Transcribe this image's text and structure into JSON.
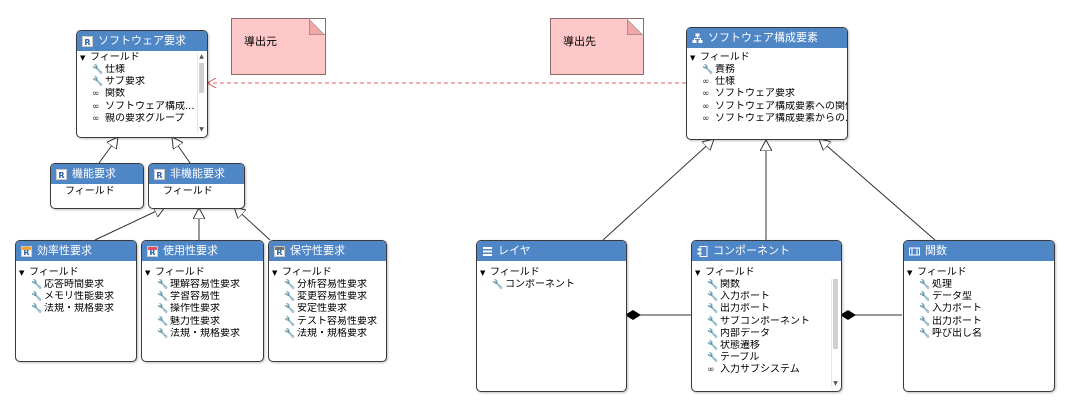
{
  "diagram": {
    "notes": [
      {
        "id": "source",
        "text": "導出元"
      },
      {
        "id": "target",
        "text": "導出先"
      }
    ],
    "classes": {
      "sw_requirement": {
        "title": "ソフトウェア要求",
        "icon": "requirement-icon",
        "section": "フィールド",
        "fields": [
          {
            "icon": "wrench-icon",
            "label": "仕様"
          },
          {
            "icon": "wrench-icon",
            "label": "サブ要求"
          },
          {
            "icon": "link-icon",
            "label": "関数"
          },
          {
            "icon": "link-icon",
            "label": "ソフトウェア構成..."
          },
          {
            "icon": "link-icon",
            "label": "親の要求グループ"
          }
        ]
      },
      "functional": {
        "title": "機能要求",
        "icon": "requirement-icon",
        "section": "フィールド"
      },
      "nonfunctional": {
        "title": "非機能要求",
        "icon": "requirement-icon",
        "section": "フィールド"
      },
      "efficiency": {
        "title": "効率性要求",
        "icon": "requirement-orange-icon",
        "section": "フィールド",
        "fields": [
          {
            "icon": "wrench-icon",
            "label": "応答時間要求"
          },
          {
            "icon": "wrench-icon",
            "label": "メモリ性能要求"
          },
          {
            "icon": "wrench-icon",
            "label": "法規・規格要求"
          }
        ]
      },
      "usability": {
        "title": "使用性要求",
        "icon": "requirement-red-icon",
        "section": "フィールド",
        "fields": [
          {
            "icon": "wrench-icon",
            "label": "理解容易性要求"
          },
          {
            "icon": "wrench-icon",
            "label": "学習容易性"
          },
          {
            "icon": "wrench-icon",
            "label": "操作性要求"
          },
          {
            "icon": "wrench-icon",
            "label": "魅力性要求"
          },
          {
            "icon": "wrench-icon",
            "label": "法規・規格要求"
          }
        ]
      },
      "maintainability": {
        "title": "保守性要求",
        "icon": "requirement-gray-icon",
        "section": "フィールド",
        "fields": [
          {
            "icon": "wrench-icon",
            "label": "分析容易性要求"
          },
          {
            "icon": "wrench-icon",
            "label": "変更容易性要求"
          },
          {
            "icon": "wrench-icon",
            "label": "安定性要求"
          },
          {
            "icon": "wrench-icon",
            "label": "テスト容易性要求"
          },
          {
            "icon": "wrench-icon",
            "label": "法規・規格要求"
          }
        ]
      },
      "sw_element": {
        "title": "ソフトウェア構成要素",
        "icon": "hierarchy-icon",
        "section": "フィールド",
        "fields": [
          {
            "icon": "wrench-icon",
            "label": "責務"
          },
          {
            "icon": "link-icon",
            "label": "仕様"
          },
          {
            "icon": "link-icon",
            "label": "ソフトウェア要求"
          },
          {
            "icon": "link-icon",
            "label": "ソフトウェア構成要素への関係"
          },
          {
            "icon": "link-icon",
            "label": "ソフトウェア構成要素からの..."
          }
        ]
      },
      "layer": {
        "title": "レイヤ",
        "icon": "layers-icon",
        "section": "フィールド",
        "fields": [
          {
            "icon": "wrench-icon",
            "label": "コンポーネント"
          }
        ]
      },
      "component": {
        "title": "コンポーネント",
        "icon": "component-icon",
        "section": "フィールド",
        "fields": [
          {
            "icon": "wrench-icon",
            "label": "関数"
          },
          {
            "icon": "wrench-icon",
            "label": "入力ポート"
          },
          {
            "icon": "wrench-icon",
            "label": "出力ポート"
          },
          {
            "icon": "wrench-icon",
            "label": "サブコンポーネント"
          },
          {
            "icon": "wrench-icon",
            "label": "内部データ"
          },
          {
            "icon": "wrench-icon",
            "label": "状態遷移"
          },
          {
            "icon": "wrench-icon",
            "label": "テーブル"
          },
          {
            "icon": "link-icon",
            "label": "入力サブシステム"
          }
        ]
      },
      "function": {
        "title": "関数",
        "icon": "function-icon",
        "section": "フィールド",
        "fields": [
          {
            "icon": "wrench-icon",
            "label": "処理"
          },
          {
            "icon": "wrench-icon",
            "label": "データ型"
          },
          {
            "icon": "wrench-icon",
            "label": "入力ポート"
          },
          {
            "icon": "wrench-icon",
            "label": "出力ポート"
          },
          {
            "icon": "wrench-icon",
            "label": "呼び出し名"
          }
        ]
      }
    },
    "relations": [
      {
        "type": "generalization",
        "from": "functional",
        "to": "sw_requirement"
      },
      {
        "type": "generalization",
        "from": "nonfunctional",
        "to": "sw_requirement"
      },
      {
        "type": "generalization",
        "from": "efficiency",
        "to": "nonfunctional"
      },
      {
        "type": "generalization",
        "from": "usability",
        "to": "nonfunctional"
      },
      {
        "type": "generalization",
        "from": "maintainability",
        "to": "nonfunctional"
      },
      {
        "type": "generalization",
        "from": "layer",
        "to": "sw_element"
      },
      {
        "type": "generalization",
        "from": "component",
        "to": "sw_element"
      },
      {
        "type": "generalization",
        "from": "function",
        "to": "sw_element"
      },
      {
        "type": "derivation",
        "from": "sw_element",
        "to": "sw_requirement"
      },
      {
        "type": "composition",
        "from": "layer",
        "to": "component"
      },
      {
        "type": "composition",
        "from": "component",
        "to": "function"
      }
    ],
    "colors": {
      "header": "#4f86c6",
      "note": "#ffc8c8",
      "derivation_line": "#e06060"
    }
  }
}
